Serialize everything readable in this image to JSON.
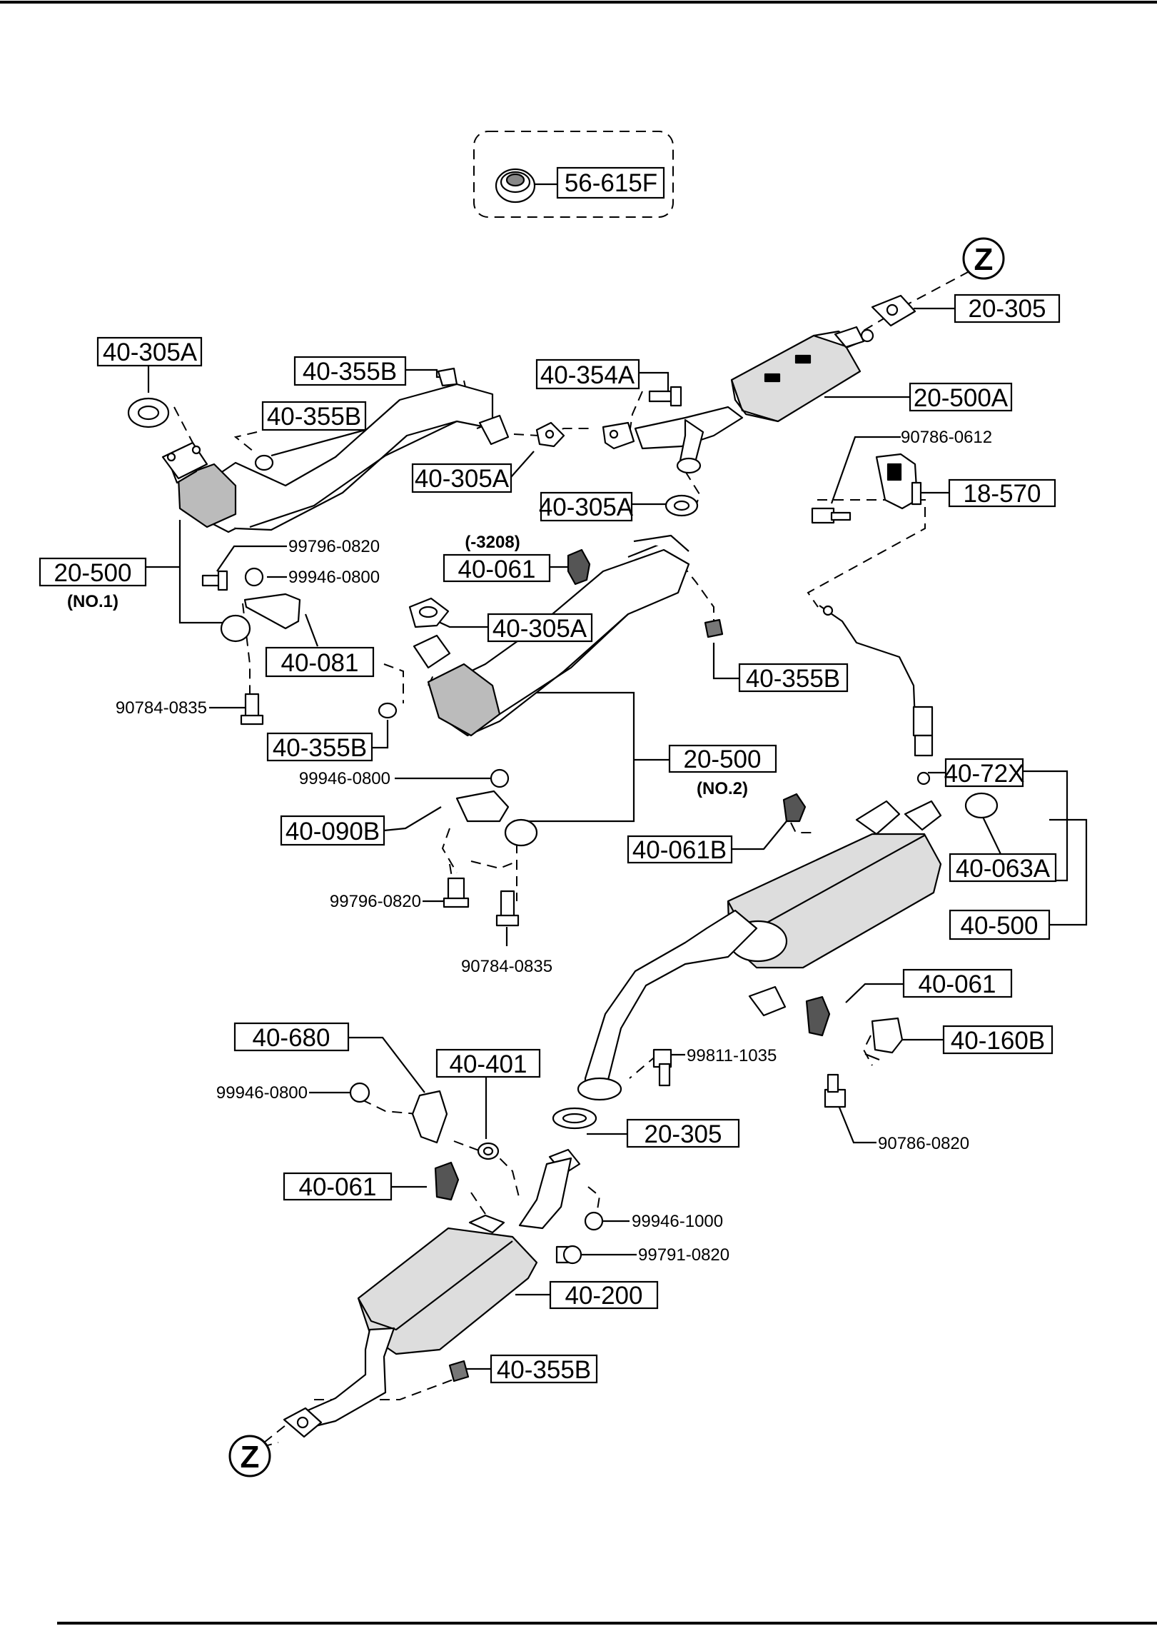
{
  "labels": {
    "part_56_615f": "56-615F",
    "part_20_305_top": "20-305",
    "part_40_305a_left": "40-305A",
    "part_40_355b_1": "40-355B",
    "part_40_355b_2": "40-355B",
    "part_40_354a": "40-354A",
    "part_20_500a": "20-500A",
    "part_40_305a_mid": "40-305A",
    "part_40_305a_right": "40-305A",
    "part_90786_0612": "90786-0612",
    "part_18_570": "18-570",
    "note_3208": "(-3208)",
    "part_40_061_top": "40-061",
    "part_20_500_no1": "20-500",
    "note_no1": "(NO.1)",
    "part_99796_0820_a": "99796-0820",
    "part_99946_0800_a": "99946-0800",
    "part_40_305a_lower": "40-305A",
    "part_40_081": "40-081",
    "part_40_355b_3": "40-355B",
    "part_90784_0835_a": "90784-0835",
    "part_40_355b_4": "40-355B",
    "part_20_500_no2": "20-500",
    "note_no2": "(NO.2)",
    "part_99946_0800_b": "99946-0800",
    "part_40_72x": "40-72X",
    "part_40_090b": "40-090B",
    "part_40_061b": "40-061B",
    "part_40_063a": "40-063A",
    "part_99796_0820_b": "99796-0820",
    "part_40_500": "40-500",
    "part_90784_0835_b": "90784-0835",
    "part_40_061_mid": "40-061",
    "part_40_680": "40-680",
    "part_40_401": "40-401",
    "part_99811_1035": "99811-1035",
    "part_40_160b": "40-160B",
    "part_99946_0800_c": "99946-0800",
    "part_20_305_lower": "20-305",
    "part_90786_0820": "90786-0820",
    "part_40_061_low": "40-061",
    "part_99946_1000": "99946-1000",
    "part_99791_0820": "99791-0820",
    "part_40_200": "40-200",
    "part_40_355b_5": "40-355B",
    "z_marker_top": "Z",
    "z_marker_bottom": "Z"
  }
}
